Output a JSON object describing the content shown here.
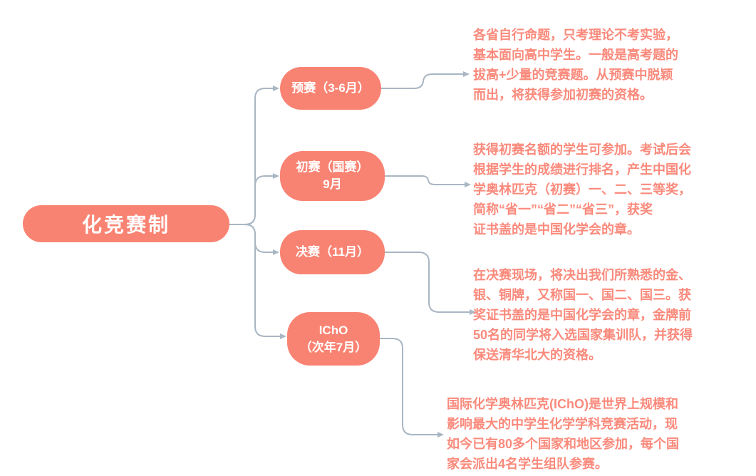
{
  "root": {
    "label": "化竞赛制"
  },
  "branches": [
    {
      "label": "预赛（3-6月）",
      "description": "各省自行命题，只考理论不考实验，\n基本面向高中学生。一般是高考题的\n拔高+少量的竞赛题。从预赛中脱颖\n而出，将获得参加初赛的资格。"
    },
    {
      "label": "初赛（国赛）\n9月",
      "description": "获得初赛名额的学生可参加。考试后会\n根据学生的成绩进行排名，产生中国化\n学奥林匹克（初赛）一、二、三等奖，\n简称“省一”“省二”“省三”，获奖\n证书盖的是中国化学会的章。"
    },
    {
      "label": "决赛（11月）",
      "description": "在决赛现场，将决出我们所熟悉的金、\n银、铜牌，又称国一、国二、国三。获\n奖证书盖的是中国化学会的章，金牌前\n50名的同学将入选国家集训队，并获得\n保送清华北大的资格。"
    },
    {
      "label": "IChO\n（次年7月）",
      "description": "国际化学奥林匹克(IChO)是世界上规模和\n影响最大的中学生化学学科竞赛活动，现\n如今已有80多个国家和地区参加，每个国\n家会派出4名学生组队参赛。"
    }
  ],
  "colors": {
    "node_fill": "#f98373",
    "node_text": "#ffffff",
    "note_text": "#fa8a7c",
    "connector": "#a9b6c3",
    "background": "#ffffff"
  }
}
